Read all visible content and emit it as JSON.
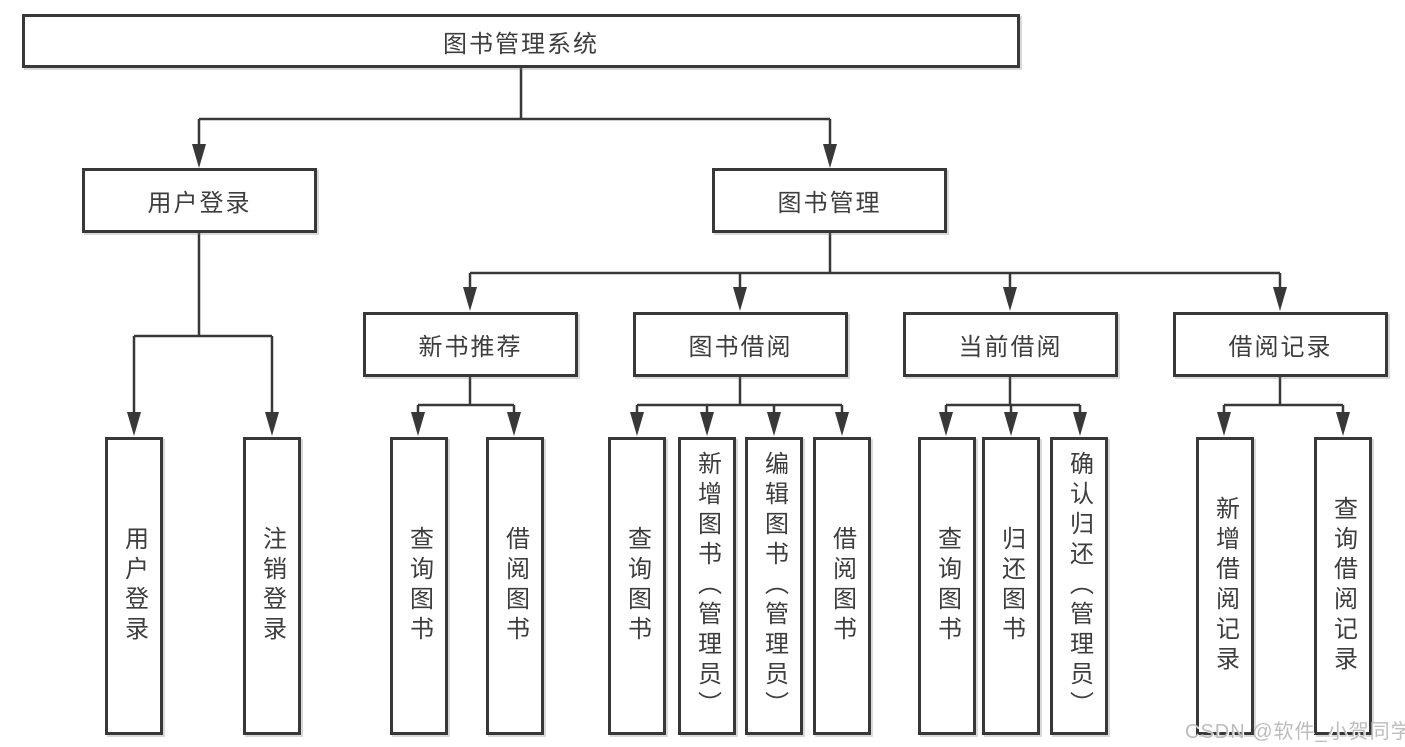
{
  "diagram": {
    "title": "图书管理系统",
    "level2": {
      "login": "用户登录",
      "manage": "图书管理"
    },
    "level3": {
      "newbook": "新书推荐",
      "borrow": "图书借阅",
      "current": "当前借阅",
      "records": "借阅记录"
    },
    "leaves": {
      "login": [
        "用户登录",
        "注销登录"
      ],
      "newbook": [
        "查询图书",
        "借阅图书"
      ],
      "borrow": [
        "查询图书",
        "新增图书（管理员）",
        "编辑图书（管理员）",
        "借阅图书"
      ],
      "current": [
        "查询图书",
        "归还图书",
        "确认归还（管理员）"
      ],
      "records": [
        "新增借阅记录",
        "查询借阅记录"
      ]
    },
    "watermark": "CSDN @软件_小贺同学",
    "colors": {
      "line": "#383838",
      "box_border": "#383838",
      "text": "#3d3d3d",
      "watermark": "#bdbdbd",
      "background": "#ffffff"
    }
  }
}
